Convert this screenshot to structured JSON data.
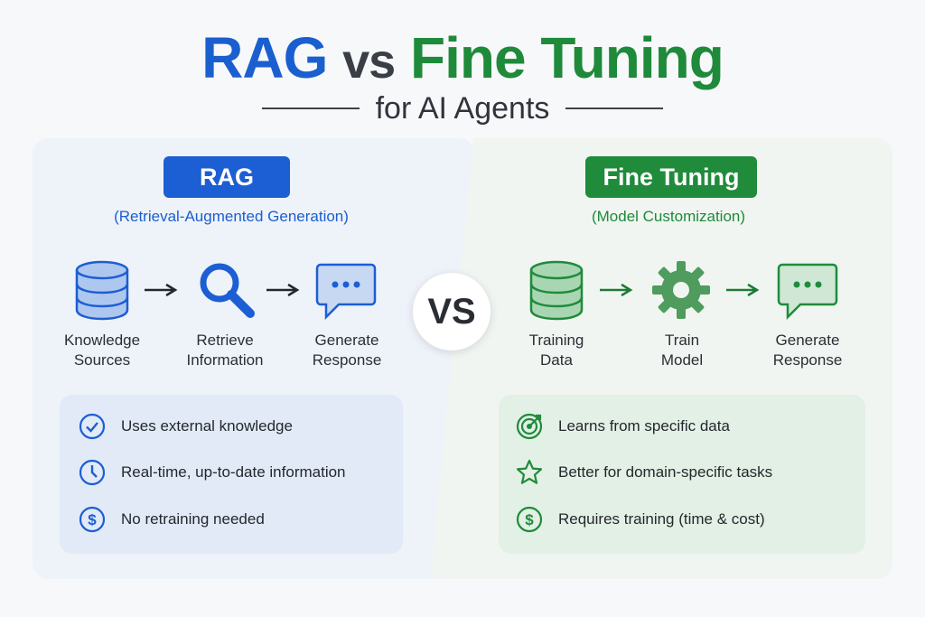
{
  "title": {
    "part1": "RAG",
    "part2": "vs",
    "part3": "Fine Tuning",
    "subtitle": "for AI Agents"
  },
  "colors": {
    "rag": "#1a5fcf",
    "fine_tuning": "#1e8a3a",
    "text": "#2b2f35"
  },
  "vs_label": "VS",
  "rag": {
    "badge": "RAG",
    "subtitle": "(Retrieval-Augmented Generation)",
    "steps": [
      {
        "line1": "Knowledge",
        "line2": "Sources",
        "icon": "database-icon"
      },
      {
        "line1": "Retrieve",
        "line2": "Information",
        "icon": "magnifier-icon"
      },
      {
        "line1": "Generate",
        "line2": "Response",
        "icon": "chat-bubble-icon"
      }
    ],
    "features": [
      {
        "text": "Uses external knowledge",
        "icon": "check-circle-icon"
      },
      {
        "text": "Real-time, up-to-date information",
        "icon": "clock-icon"
      },
      {
        "text": "No retraining needed",
        "icon": "dollar-icon"
      }
    ]
  },
  "fine_tuning": {
    "badge": "Fine Tuning",
    "subtitle": "(Model Customization)",
    "steps": [
      {
        "line1": "Training",
        "line2": "Data",
        "icon": "database-icon"
      },
      {
        "line1": "Train",
        "line2": "Model",
        "icon": "gear-icon"
      },
      {
        "line1": "Generate",
        "line2": "Response",
        "icon": "chat-bubble-icon"
      }
    ],
    "features": [
      {
        "text": "Learns from specific data",
        "icon": "target-icon"
      },
      {
        "text": "Better for domain-specific tasks",
        "icon": "star-icon"
      },
      {
        "text": "Requires training (time & cost)",
        "icon": "dollar-icon"
      }
    ]
  }
}
